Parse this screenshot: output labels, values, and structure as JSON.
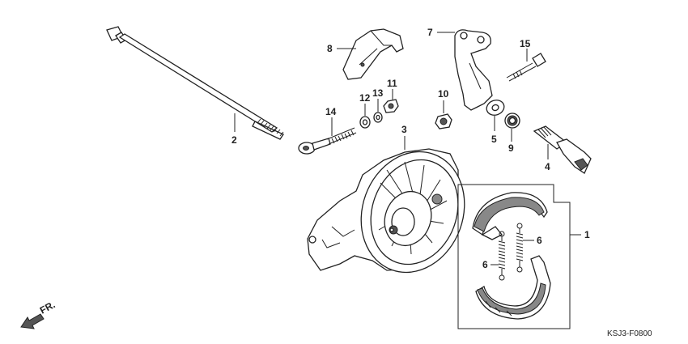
{
  "diagram": {
    "code": "KSJ3-F0800",
    "front_marker": "FR.",
    "callouts": [
      {
        "id": "c1",
        "text": "1"
      },
      {
        "id": "c2",
        "text": "2"
      },
      {
        "id": "c3",
        "text": "3"
      },
      {
        "id": "c4",
        "text": "4"
      },
      {
        "id": "c5",
        "text": "5"
      },
      {
        "id": "c6a",
        "text": "6"
      },
      {
        "id": "c6b",
        "text": "6"
      },
      {
        "id": "c7",
        "text": "7"
      },
      {
        "id": "c8",
        "text": "8"
      },
      {
        "id": "c9",
        "text": "9"
      },
      {
        "id": "c10",
        "text": "10"
      },
      {
        "id": "c11",
        "text": "11"
      },
      {
        "id": "c12",
        "text": "12"
      },
      {
        "id": "c13",
        "text": "13"
      },
      {
        "id": "c14",
        "text": "14"
      },
      {
        "id": "c15",
        "text": "15"
      }
    ]
  }
}
